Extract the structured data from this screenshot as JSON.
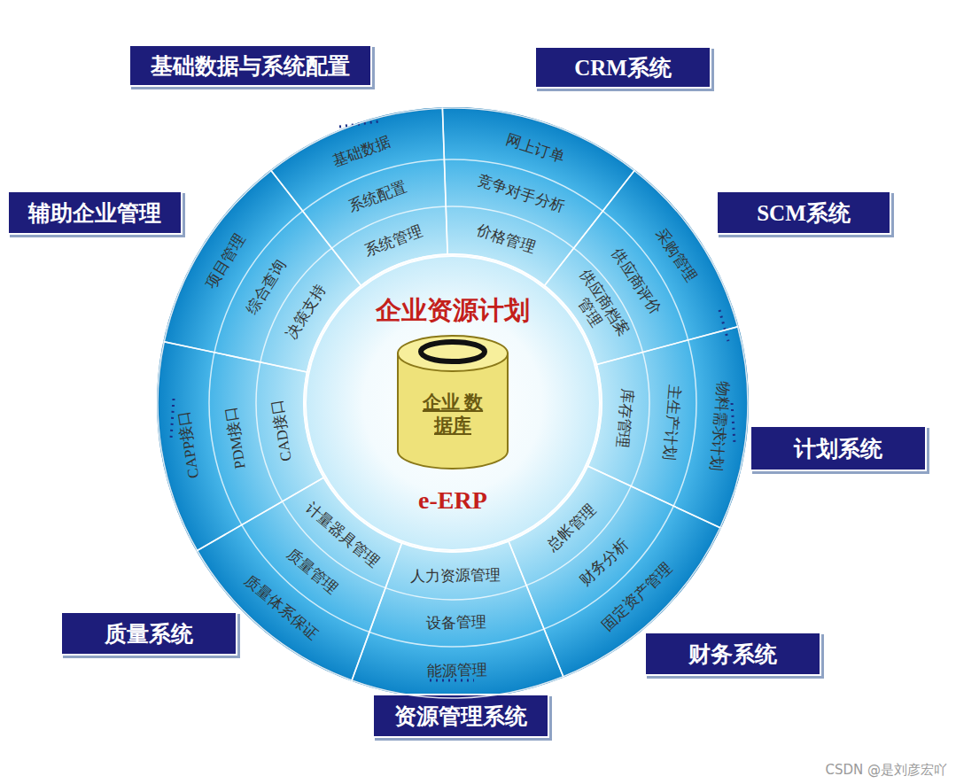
{
  "diagram": {
    "nodes": [
      {
        "text": [
          "基础数据与系统配置"
        ]
      },
      {
        "text": [
          "CRM系统"
        ]
      },
      {
        "text": [
          "SCM系统"
        ]
      },
      {
        "text": [
          "计划系统"
        ]
      },
      {
        "text": [
          "财务系统"
        ]
      },
      {
        "text": [
          "资源管理系统"
        ]
      },
      {
        "text": [
          "质量系统"
        ]
      },
      {
        "text": [
          "辅助企业管理"
        ]
      },
      {
        "text": [
          "企业资源计划",
          "e-ERP"
        ]
      },
      {
        "text": [
          "企业 数据库"
        ],
        "in": 8
      },
      {
        "text": [
          "基础数据",
          "系统配置",
          "系统管理"
        ]
      },
      {
        "text": [
          "网上订单",
          "竞争对手分析",
          "价格管理"
        ]
      },
      {
        "text": [
          "采购管理",
          "供应商评价",
          "供应商档案管理"
        ]
      },
      {
        "text": [
          "物料需求计划",
          "主生产计划",
          "库存管理"
        ]
      },
      {
        "text": [
          "固定资产管理",
          "财务分析",
          "总帐管理"
        ]
      },
      {
        "text": [
          "能源管理",
          "设备管理",
          "人力资源管理"
        ]
      },
      {
        "text": [
          "质量体系保证",
          "质量管理",
          "计量器具管理"
        ]
      },
      {
        "text": [
          "CAPP接口",
          "PDM接口",
          "CAD接口"
        ]
      },
      {
        "text": [
          "项目管理",
          "综合查询",
          "决策支持"
        ]
      }
    ],
    "labels": [
      "CSDN @是刘彦宏吖"
    ]
  }
}
